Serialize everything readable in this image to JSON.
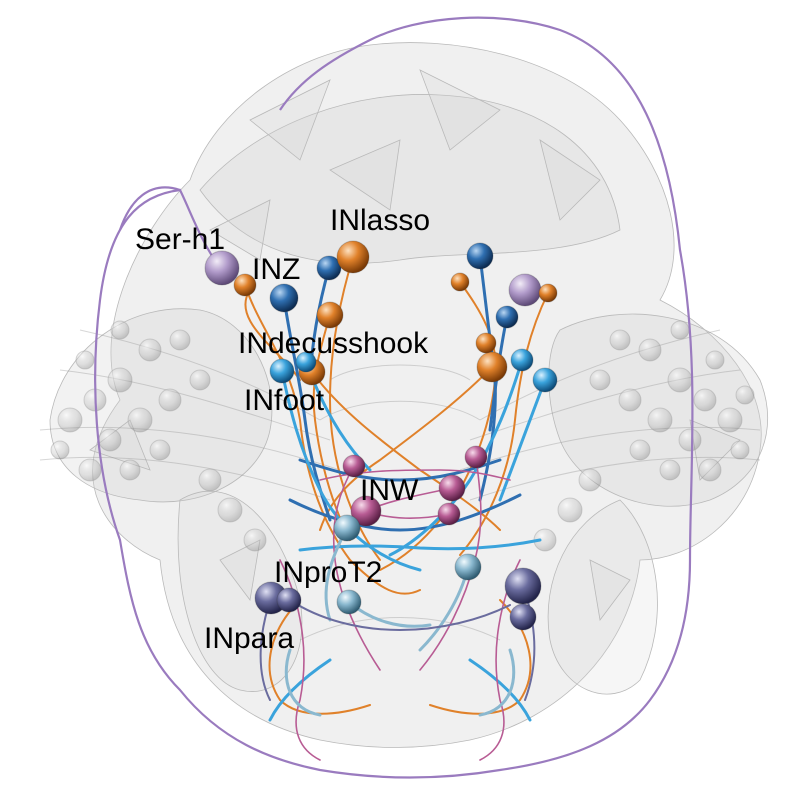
{
  "labels": {
    "ser_h1": "Ser-h1",
    "inz": "INZ",
    "inlasso": "INlasso",
    "indecusshook": "INdecusshook",
    "infoot": "INfoot",
    "inw": "INW",
    "inprot2": "INproT2",
    "inpara": "INpara"
  },
  "colors": {
    "ser_h1": "#a48cc0",
    "inz": "#2f6fb1",
    "inlasso": "#e0812a",
    "indecusshook": "#e0812a",
    "infoot": "#3aa3dc",
    "inw": "#b85c94",
    "inprot2": "#8ab8cf",
    "inpara": "#6a6c9e",
    "outline": "#9a7bbf",
    "tissue": "#d0d0d0"
  }
}
